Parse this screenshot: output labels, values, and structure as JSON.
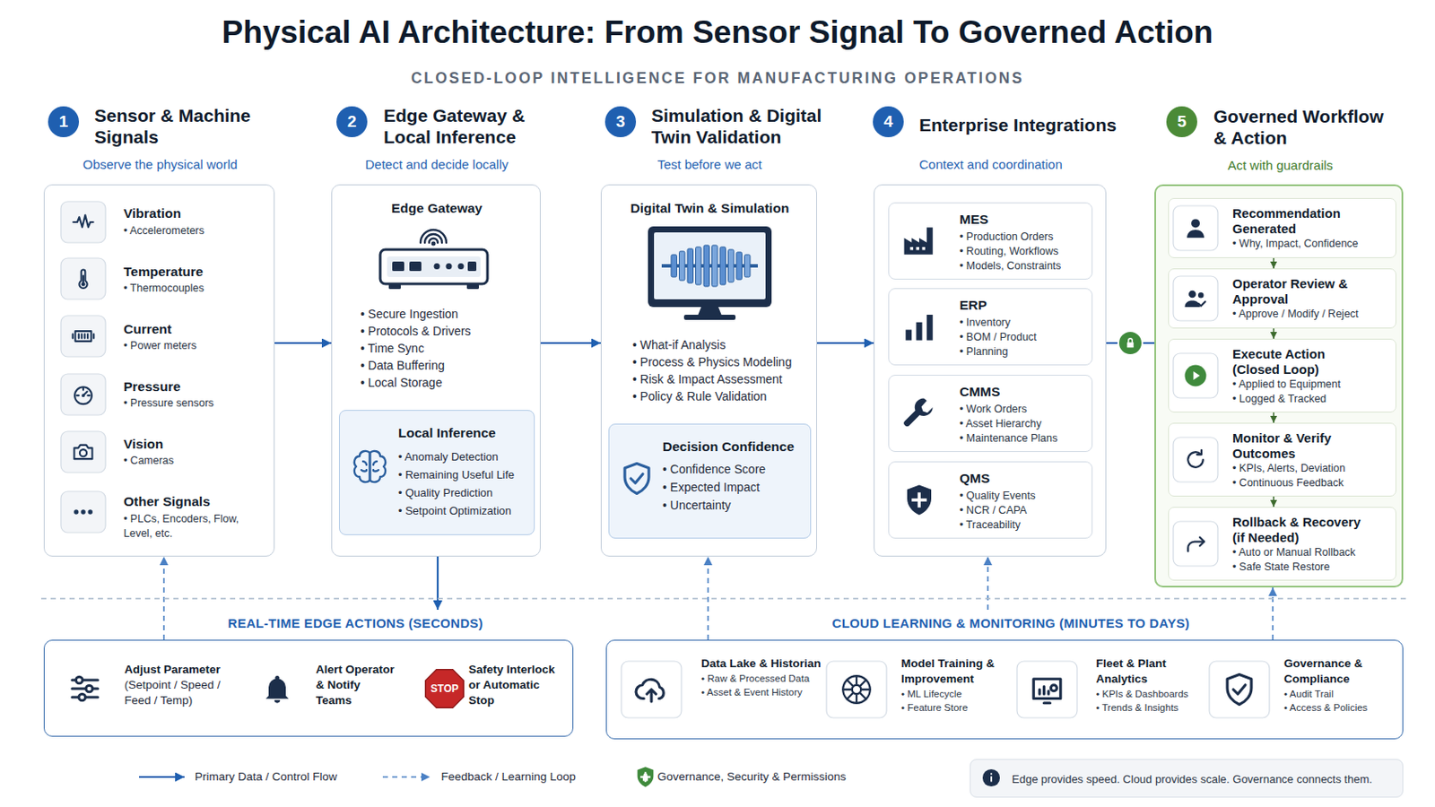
{
  "diagram": {
    "title": "Physical AI Architecture: From Sensor Signal To Governed Action",
    "nodes": [
      {
        "text": [
          "1"
        ]
      },
      {
        "text": [
          "Sensor & Machine Signals",
          "Observe the physical world",
          "Vibration",
          "• Accelerometers",
          "Temperature",
          "• Thermocouples",
          "Current",
          "• Power meters",
          "Pressure",
          "• Pressure sensors",
          "Vision",
          "• Cameras",
          "Other Signals",
          "• PLCs, Encoders, Flow, Level, etc."
        ]
      },
      {
        "text": [
          "2"
        ]
      },
      {
        "text": [
          "Edge Gateway & Local Inference",
          "Detect and decide locally",
          "Edge Gateway",
          "• Secure Ingestion",
          "• Protocols & Drivers",
          "• Time Sync",
          "• Data Buffering",
          "• Local Storage"
        ]
      },
      {
        "text": [
          "Local Inference",
          "• Anomaly Detection",
          "• Remaining Useful Life",
          "• Quality Prediction",
          "• Setpoint Optimization"
        ],
        "in": 3
      },
      {
        "text": [
          "3"
        ]
      },
      {
        "text": [
          "Simulation & Digital Twin Validation",
          "Test before we act",
          "Digital Twin & Simulation",
          "• What-if Analysis",
          "• Process & Physics Modeling",
          "• Risk & Impact Assessment",
          "• Policy & Rule Validation"
        ]
      },
      {
        "text": [
          "Decision Confidence",
          "• Confidence Score",
          "• Expected Impact",
          "• Uncertainty"
        ],
        "in": 6
      },
      {
        "text": [
          "4"
        ]
      },
      {
        "text": [
          "Enterprise Integrations",
          "Context and coordination"
        ]
      },
      {
        "text": [
          "MES",
          "• Production Orders",
          "• Routing, Workflows",
          "• Models, Constraints"
        ],
        "in": 9
      },
      {
        "text": [
          "ERP",
          "• Inventory",
          "• BOM / Product",
          "• Planning"
        ],
        "in": 9
      },
      {
        "text": [
          "CMMS",
          "• Work Orders",
          "• Asset Hierarchy",
          "• Maintenance Plans"
        ],
        "in": 9
      },
      {
        "text": [
          "QMS",
          "• Quality Events",
          "• NCR / CAPA",
          "• Traceability"
        ],
        "in": 9
      },
      {
        "text": [
          "5"
        ]
      },
      {
        "text": [
          "Governed Workflow & Action",
          "Act with guardrails"
        ]
      },
      {
        "text": [
          "Recommendation Generated",
          "• Why, Impact, Confidence"
        ],
        "in": 15
      },
      {
        "text": [
          "Operator Review & Approval",
          "• Approve / Modify / Reject"
        ],
        "in": 15
      },
      {
        "text": [
          "Execute Action (Closed Loop)",
          "• Applied to Equipment",
          "• Logged & Tracked"
        ],
        "in": 15
      },
      {
        "text": [
          "Monitor & Verify Outcomes",
          "• KPIs, Alerts, Deviation",
          "• Continuous Feedback"
        ],
        "in": 15
      },
      {
        "text": [
          "Rollback & Recovery (if Needed)",
          "• Auto or Manual Rollback",
          "• Safe State Restore"
        ],
        "in": 15
      },
      {
        "text": [
          "REAL-TIME EDGE ACTIONS (SECONDS)",
          "Adjust Parameter",
          "(Setpoint / Speed / Feed / Temp)",
          "Alert Operator & Notify Teams",
          "Safety Interlock or Automatic Stop"
        ]
      },
      {
        "text": [
          "STOP"
        ],
        "in": 21
      },
      {
        "text": [
          "CLOUD LEARNING & MONITORING (MINUTES TO DAYS)",
          "Data Lake & Historian",
          "• Raw & Processed Data",
          "• Asset & Event History",
          "Model Training & Improvement",
          "• ML Lifecycle",
          "• Feature Store",
          "Fleet & Plant Analytics",
          "• KPIs & Dashboards",
          "• Trends & Insights",
          "Governance & Compliance",
          "• Audit Trail",
          "• Access & Policies"
        ]
      },
      {
        "text": [
          "Edge provides speed. Cloud provides scale. Governance connects them."
        ]
      }
    ],
    "edges": [
      {
        "from": 1,
        "to": 3,
        "arrow": "to"
      },
      {
        "from": 3,
        "to": 6,
        "arrow": "to"
      },
      {
        "from": 6,
        "to": 9,
        "arrow": "to"
      },
      {
        "from": 9,
        "to": 15,
        "arrow": "none"
      },
      {
        "from": 16,
        "to": 17,
        "arrow": "to"
      },
      {
        "from": 17,
        "to": 18,
        "arrow": "to"
      },
      {
        "from": 18,
        "to": 19,
        "arrow": "to"
      },
      {
        "from": 19,
        "to": 20,
        "arrow": "to"
      },
      {
        "from": 3,
        "to": 21,
        "arrow": "to"
      },
      {
        "from": 21,
        "to": 1,
        "arrow": "to"
      },
      {
        "from": 23,
        "to": 6,
        "arrow": "to"
      },
      {
        "from": 23,
        "to": 9,
        "arrow": "to"
      },
      {
        "from": 23,
        "to": 15,
        "arrow": "to"
      }
    ],
    "labels": [
      "CLOSED-LOOP INTELLIGENCE FOR MANUFACTURING OPERATIONS"
    ],
    "legend": [
      {
        "text": "Primary Data / Control Flow"
      },
      {
        "text": "Feedback / Learning Loop"
      },
      {
        "text": "Governance, Security & Permissions"
      }
    ]
  }
}
